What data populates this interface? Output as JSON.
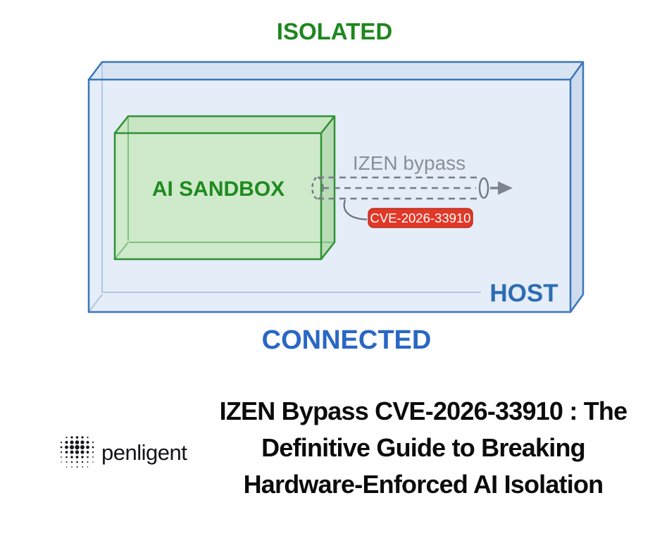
{
  "diagram": {
    "isolated_label": "ISOLATED",
    "connected_label": "CONNECTED",
    "host_label": "HOST",
    "sandbox_label": "AI SANDBOX",
    "bypass_label": "IZEN bypass",
    "cve_badge_label": "CVE-2026-33910",
    "colors": {
      "isolated_green": "#1e871e",
      "sandbox_border_green": "#2e9134",
      "sandbox_fill_green": "#cfe9cb",
      "host_border_blue": "#3a76ba",
      "host_fill_blue": "#e4edf8",
      "host_text_blue": "#2e6cb2",
      "connected_blue": "#2967c5",
      "tunnel_gray": "#767c85",
      "bypass_text_gray": "#8a8f97",
      "badge_red": "#e13828",
      "badge_text": "#ffffff"
    }
  },
  "footer": {
    "brand": "penligent",
    "title_lines": {
      "0": "IZEN Bypass CVE-2026-33910 : The",
      "1": "Definitive Guide to Breaking",
      "2": "Hardware-Enforced AI Isolation"
    }
  }
}
